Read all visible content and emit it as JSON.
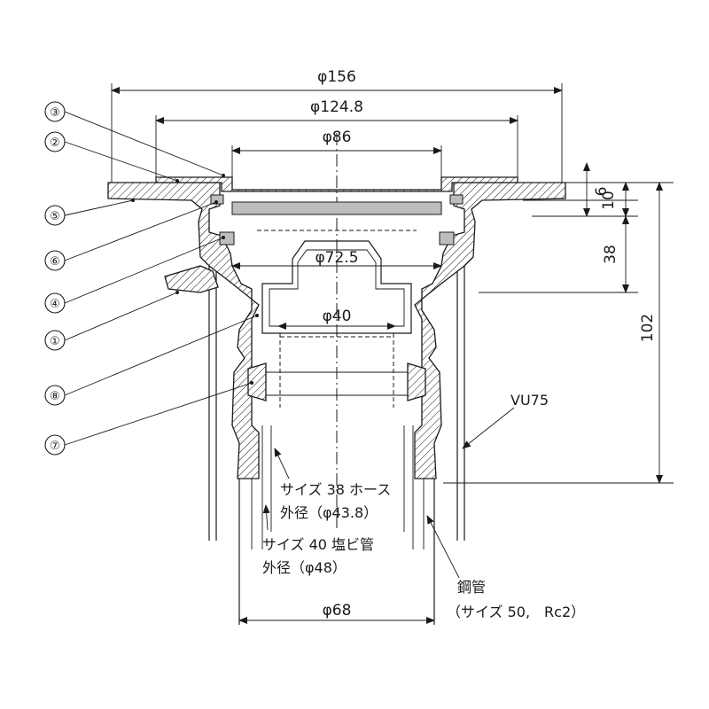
{
  "dimensions": {
    "d156": "φ156",
    "d124_8": "φ124.8",
    "d86": "φ86",
    "d72_5": "φ72.5",
    "d40": "φ40",
    "d68": "φ68",
    "h6": "6",
    "h10": "10",
    "h38": "38",
    "h102": "102"
  },
  "callouts": [
    "③",
    "②",
    "⑤",
    "⑥",
    "④",
    "①",
    "⑧",
    "⑦"
  ],
  "labels": {
    "vu75": "VU75",
    "hose_line1": "サイズ 38 ホース",
    "hose_line2": "外径（φ43.8）",
    "pvc_line1": "サイズ 40 塩ビ管",
    "pvc_line2": "外径（φ48）",
    "steel_line1": "鋼管",
    "steel_line2": "（サイズ 50,　Rc2）"
  }
}
